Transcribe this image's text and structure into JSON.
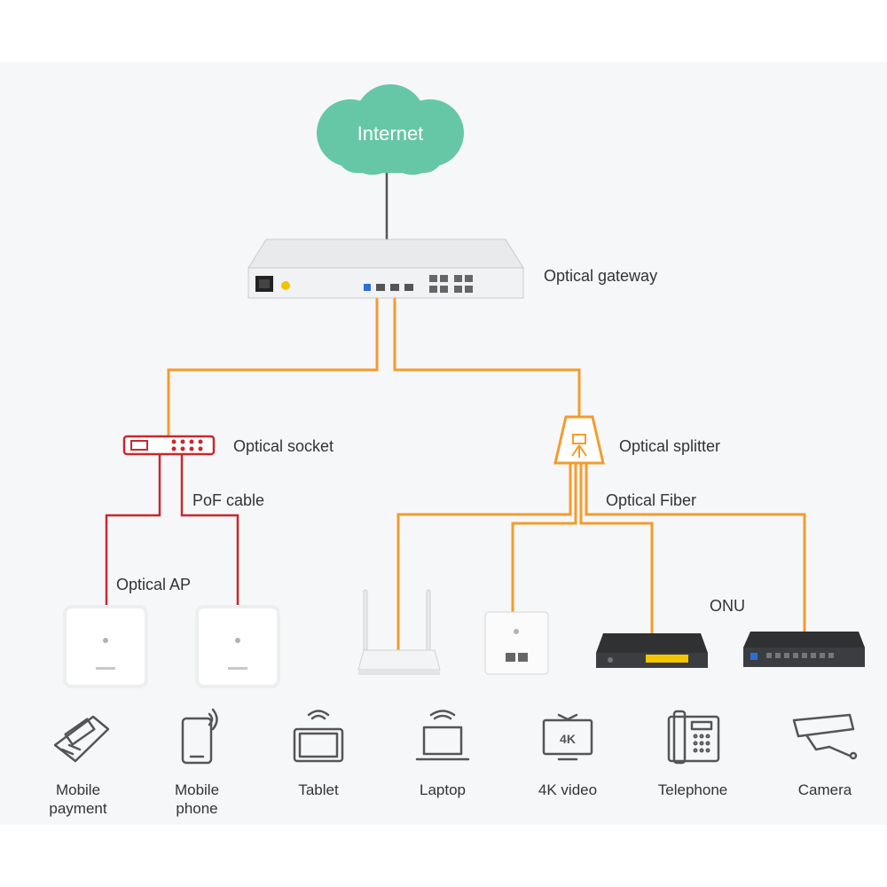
{
  "cloud": {
    "label": "Internet",
    "color": "#66c7a7"
  },
  "labels": {
    "optical_gateway": "Optical gateway",
    "optical_socket": "Optical socket",
    "pof_cable": "PoF cable",
    "optical_splitter": "Optical splitter",
    "optical_fiber": "Optical Fiber",
    "optical_ap": "Optical AP",
    "onu": "ONU"
  },
  "colors": {
    "fiber": "#f39c2c",
    "pof": "#c8282d",
    "link": "#555555",
    "icon": "#555555"
  },
  "terminals": [
    {
      "icon": "pos-terminal-icon",
      "line1": "Mobile",
      "line2": "payment"
    },
    {
      "icon": "mobile-phone-icon",
      "line1": "Mobile",
      "line2": "phone"
    },
    {
      "icon": "tablet-icon",
      "line1": "Tablet",
      "line2": ""
    },
    {
      "icon": "laptop-icon",
      "line1": "Laptop",
      "line2": ""
    },
    {
      "icon": "tv-4k-icon",
      "line1": "4K video",
      "line2": ""
    },
    {
      "icon": "telephone-icon",
      "line1": "Telephone",
      "line2": ""
    },
    {
      "icon": "camera-icon",
      "line1": "Camera",
      "line2": ""
    }
  ],
  "tv_badge": "4K"
}
